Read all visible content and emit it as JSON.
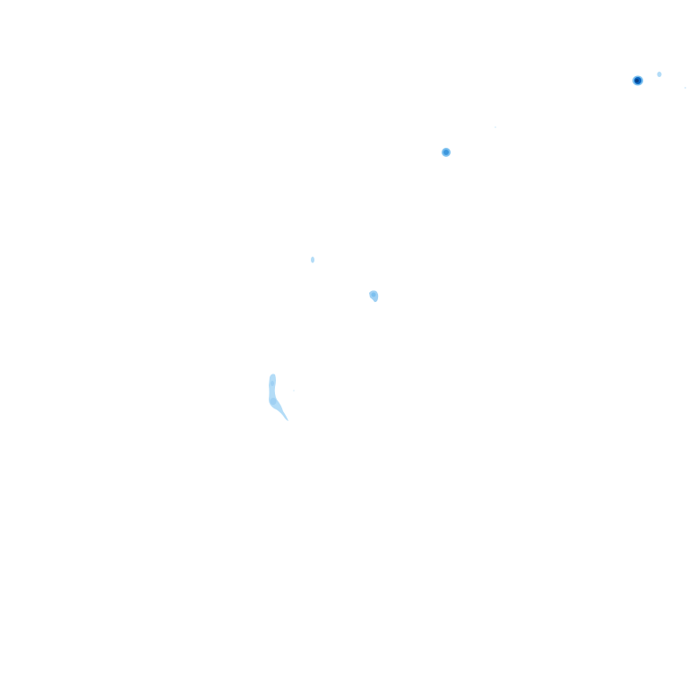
{
  "map": {
    "background_color": "#ffffff",
    "palette": {
      "light": "#b3dcf7",
      "medium": "#7cc0ef",
      "strong": "#3d97dd",
      "intense": "#0b66c2",
      "core": "#073f87"
    },
    "echoes": [
      {
        "name": "radar-echo-northeast",
        "intensity": "intense"
      },
      {
        "name": "radar-echo-northeast-small",
        "intensity": "light"
      },
      {
        "name": "radar-echo-north-center",
        "intensity": "strong"
      },
      {
        "name": "radar-echo-center-small",
        "intensity": "light"
      },
      {
        "name": "radar-echo-center",
        "intensity": "medium"
      },
      {
        "name": "radar-echo-southwest-band",
        "intensity": "light"
      }
    ]
  }
}
